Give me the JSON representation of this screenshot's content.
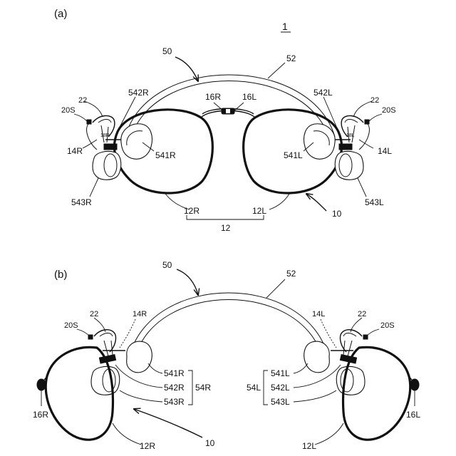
{
  "figure_number": "1",
  "panels": [
    {
      "id": "a",
      "panel_label": "(a)",
      "labels": {
        "l50": "50",
        "l52": "52",
        "l16R": "16R",
        "l16L": "16L",
        "l542R": "542R",
        "l542L": "542L",
        "l22R": "22",
        "l22L": "22",
        "l20SR": "20S",
        "l20SL": "20S",
        "l18R": "18R",
        "l18L": "18L",
        "l14R": "14R",
        "l14L": "14L",
        "l541R": "541R",
        "l541L": "541L",
        "l543R": "543R",
        "l543L": "543L",
        "l12R": "12R",
        "l12L": "12L",
        "l12": "12",
        "l10": "10"
      }
    },
    {
      "id": "b",
      "panel_label": "(b)",
      "labels": {
        "l50": "50",
        "l52": "52",
        "l22R": "22",
        "l22L": "22",
        "l14R": "14R",
        "l14L": "14L",
        "l20SR": "20S",
        "l20SL": "20S",
        "l541R": "541R",
        "l542R": "542R",
        "l543R": "543R",
        "l54R": "54R",
        "l541L": "541L",
        "l542L": "542L",
        "l543L": "543L",
        "l54L": "54L",
        "l16R": "16R",
        "l16L": "16L",
        "l12R": "12R",
        "l12L": "12L",
        "l10": "10"
      }
    }
  ]
}
